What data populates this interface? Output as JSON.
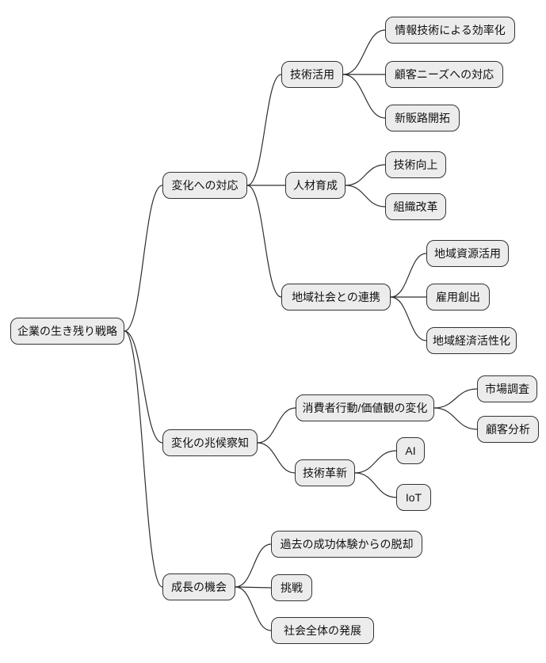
{
  "colors": {
    "background": "#ffffff",
    "node_fill": "#ececec",
    "node_border": "#333333",
    "connector": "#2e2e2e",
    "text": "#111111"
  },
  "mindmap": {
    "root": {
      "label": "企業の生き残り戦略",
      "children": [
        {
          "label": "変化への対応",
          "children": [
            {
              "label": "技術活用",
              "children": [
                {
                  "label": "情報技術による効率化"
                },
                {
                  "label": "顧客ニーズへの対応"
                },
                {
                  "label": "新販路開拓"
                }
              ]
            },
            {
              "label": "人材育成",
              "children": [
                {
                  "label": "技術向上"
                },
                {
                  "label": "組織改革"
                }
              ]
            },
            {
              "label": "地域社会との連携",
              "children": [
                {
                  "label": "地域資源活用"
                },
                {
                  "label": "雇用創出"
                },
                {
                  "label": "地域経済活性化"
                }
              ]
            }
          ]
        },
        {
          "label": "変化の兆候察知",
          "children": [
            {
              "label": "消費者行動/価値観の変化",
              "children": [
                {
                  "label": "市場調査"
                },
                {
                  "label": "顧客分析"
                }
              ]
            },
            {
              "label": "技術革新",
              "children": [
                {
                  "label": "AI"
                },
                {
                  "label": "IoT"
                }
              ]
            }
          ]
        },
        {
          "label": "成長の機会",
          "children": [
            {
              "label": "過去の成功体験からの脱却"
            },
            {
              "label": "挑戦"
            },
            {
              "label": "社会全体の発展"
            }
          ]
        }
      ]
    }
  }
}
